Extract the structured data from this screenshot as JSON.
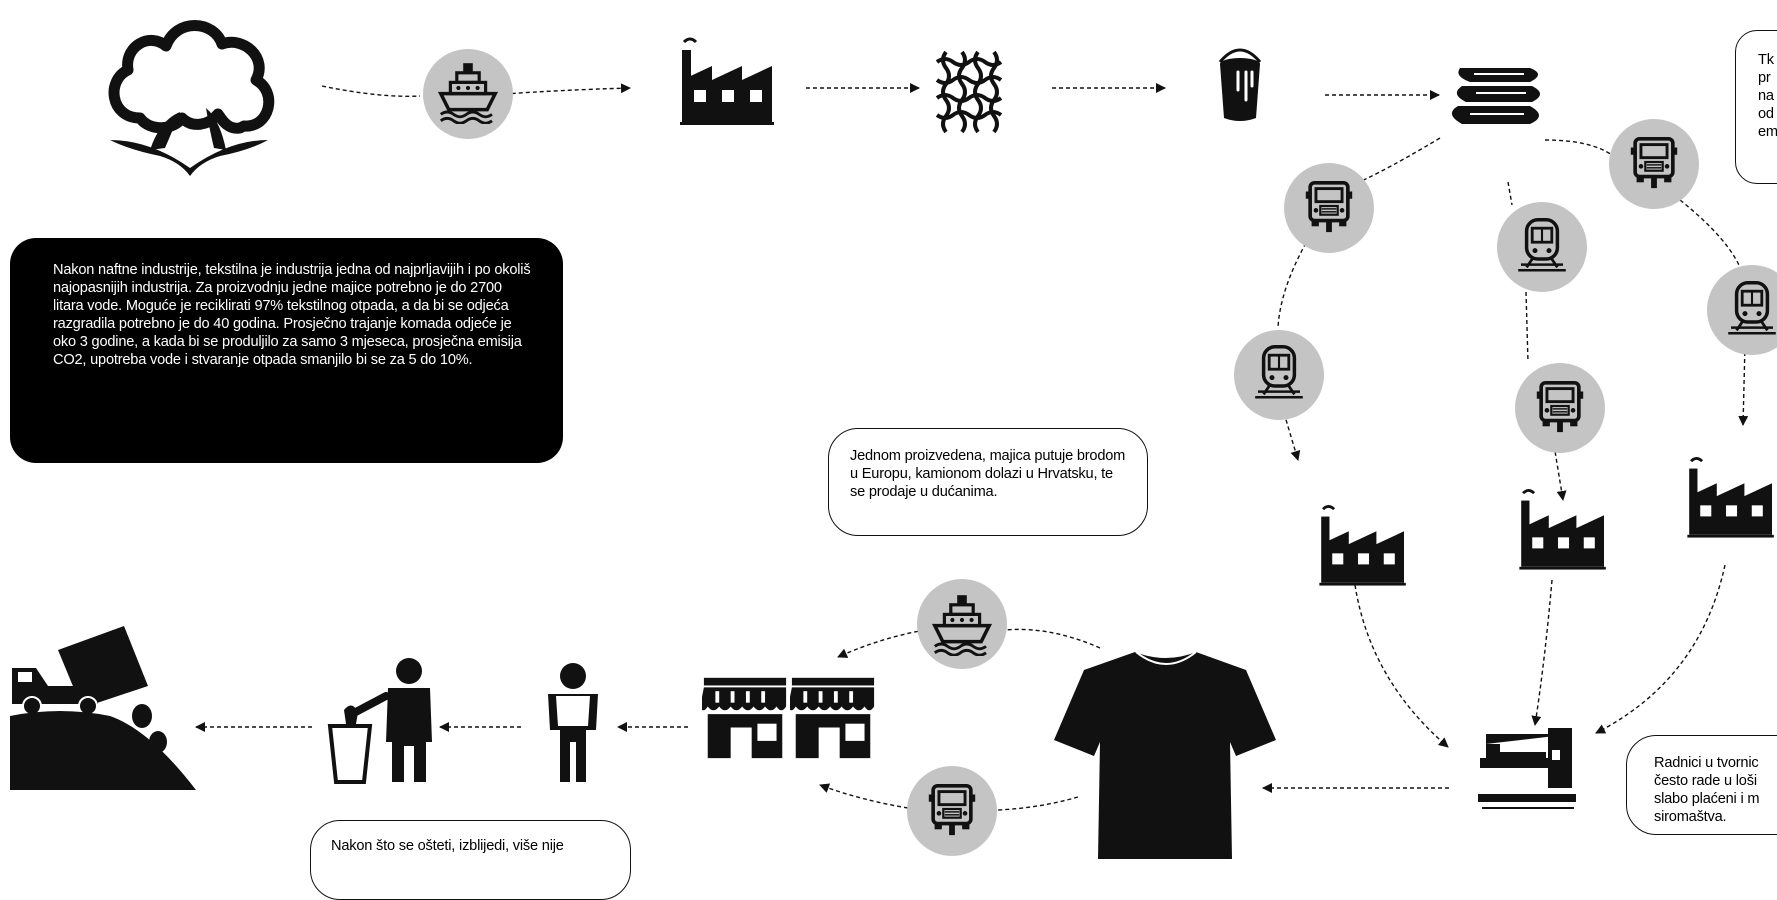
{
  "texts": {
    "textile_facts": "Nakon naftne industrije, tekstilna je industrija jedna od najprljavijih i po okoliš najopasnijih industrija. Za proizvodnju jedne majice potrebno je do 2700 litara vode. Moguće je reciklirati 97% tekstilnog otpada, a da bi se odjeća razgradila potrebno je do 40 godina. Prosječno trajanje komada odjeće je oko 3 godine, a kada bi se produljilo za samo 3 mjeseca, prosječna emisija CO2, upotreba vode i stvaranje otpada smanjilo bi se za 5 do 10%.",
    "transport": "Jednom proizvedena, majica putuje brodom u Europu, kamionom dolazi u Hrvatsku, te se prodaje u dućanima.",
    "disposal": "Nakon što se ošteti, izblijedi, više nije",
    "dyeing_lines": [
      "Tk",
      "pr",
      "na",
      "od",
      "em"
    ],
    "workers_lines": [
      "Radnici u tvornic",
      "često rade u loši",
      "slabo plaćeni i m",
      "siromaštva."
    ]
  },
  "stages": [
    "cotton-plant",
    "factory",
    "weaving",
    "dye-bucket",
    "fabric-rolls",
    "factory",
    "factory",
    "factory",
    "sewing-machine",
    "t-shirt",
    "shops",
    "consumer",
    "trash-bin-person",
    "landfill-truck"
  ],
  "transport_modes": [
    "ship",
    "truck",
    "train",
    "train",
    "truck",
    "truck",
    "train",
    "ship",
    "truck"
  ],
  "colors": {
    "ink": "#111111",
    "circle": "#c4c4c4",
    "paper": "#ffffff"
  }
}
